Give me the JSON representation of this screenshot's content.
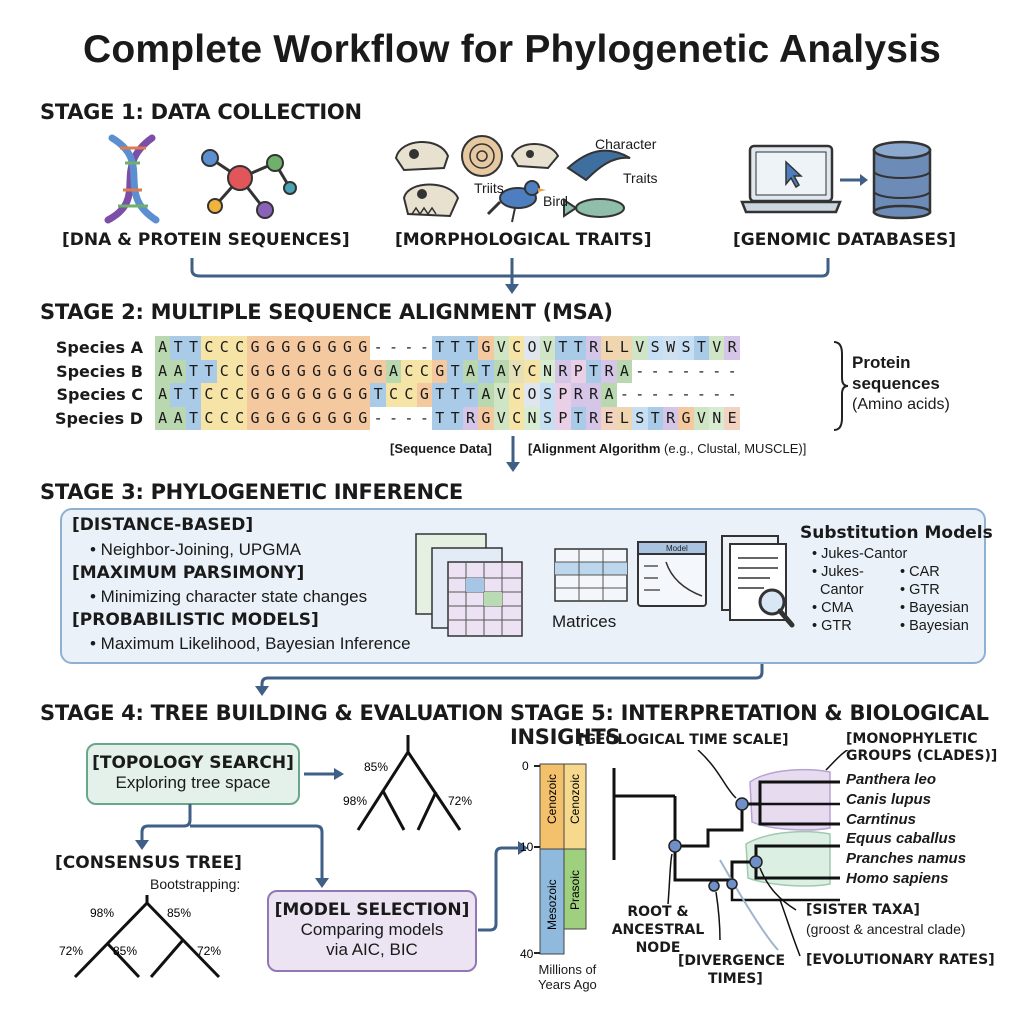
{
  "title": "Complete Workflow for Phylogenetic Analysis",
  "stage1": {
    "heading": "STAGE 1: DATA COLLECTION",
    "sources": [
      {
        "label": "[DNA & PROTEIN SEQUENCES]",
        "icons": [
          "dna-helix-icon",
          "molecule-icon"
        ]
      },
      {
        "label": "[MORPHOLOGICAL TRAITS]",
        "icons": [
          "skull-icon",
          "ammonite-fossil-icon",
          "bird-icon",
          "fish-icon"
        ]
      },
      {
        "label": "[GENOMIC DATABASES]",
        "icons": [
          "laptop-cursor-icon",
          "database-icon"
        ]
      }
    ],
    "illustration_labels": {
      "character": "Character",
      "traits_right": "Traits",
      "traits_left": "Triits",
      "bird": "Bird"
    }
  },
  "stage2": {
    "heading": "STAGE 2: MULTIPLE SEQUENCE ALIGNMENT (MSA)",
    "rows": [
      {
        "species": "Species A",
        "sequence": "ATTCCCGGGGGGGG----TTTGVCOVTTRLLVSWSTVR"
      },
      {
        "species": "Species B",
        "sequence": "AATTCCGGGGGGGGGACCGTATAYCNRPTRA-------"
      },
      {
        "species": "Species C",
        "sequence": "ATTCCCGGGGGGGGTCCGTTTAVCOSPRRA--------"
      },
      {
        "species": "Species D",
        "sequence": "AATCCCGGGGGGGG----TTRGVCNSPTRELSTRGVNE"
      }
    ],
    "side_label_bold": "Protein sequences",
    "side_label_sub": "(Amino acids)",
    "caption_left": "[Sequence Data]",
    "caption_right_bold": "[Alignment Algorithm",
    "caption_right_rest": "(e.g., Clustal, MUSCLE)]"
  },
  "stage3": {
    "heading": "STAGE 3: PHYLOGENETIC INFERENCE",
    "methods": [
      {
        "head": "[DISTANCE-BASED]",
        "item": "• Neighbor-Joining, UPGMA"
      },
      {
        "head": "[MAXIMUM PARSIMONY]",
        "item": "• Minimizing character state changes"
      },
      {
        "head": "[PROBABILISTIC MODELS]",
        "item": "• Maximum Likelihood, Bayesian Inference"
      }
    ],
    "matrix_caption": "Matrices",
    "model_window_title": "Model",
    "substitution_title": "Substitution Models",
    "substitution_left": [
      "• Jukes-Cantor",
      "• Jukes-",
      "  Cantor",
      "• CMA",
      "• GTR"
    ],
    "substitution_right": [
      "• CAR",
      "• GTR",
      "• Bayesian",
      "• Bayesian"
    ]
  },
  "stage4": {
    "heading": "STAGE 4: TREE BUILDING & EVALUATION",
    "topology_head": "[TOPOLOGY SEARCH]",
    "topology_text": "Exploring tree space",
    "consensus_head": "[CONSENSUS TREE]",
    "bootstrapping": "Bootstrapping:",
    "model_head": "[MODEL SELECTION]",
    "model_text_1": "Comparing models",
    "model_text_2": "via AIC, BIC",
    "search_tree_support": [
      "85%",
      "98%",
      "72%"
    ],
    "consensus_support": [
      "98%",
      "85%",
      "72%",
      "85%",
      "72%"
    ]
  },
  "stage5": {
    "heading": "STAGE 5: INTERPRETATION & BIOLOGICAL INSIGHTS",
    "geo_label": "[GEOLOGICAL TIME SCALE]",
    "clades_label_1": "[MONOPHYLETIC",
    "clades_label_2": "GROUPS (CLADES)]",
    "taxa": [
      "Panthera leo",
      "Canis lupus",
      "Carntinus",
      "Equus caballus",
      "Pranches namus",
      "Homo sapiens"
    ],
    "time_ticks": [
      "0",
      "10",
      "40"
    ],
    "eras": [
      "Cenozoic",
      "Cenozoic",
      "Mesozoic",
      "Prasoic"
    ],
    "time_axis_1": "Millions of",
    "time_axis_2": "Years Ago",
    "root_1": "ROOT &",
    "root_2": "ANCESTRAL",
    "root_3": "NODE",
    "divergence_1": "[DIVERGENCE",
    "divergence_2": "TIMES]",
    "sister_1": "[SISTER TAXA]",
    "sister_2": "(groost & ancestral clade)",
    "rates": "[EVOLUTIONARY RATES]"
  },
  "colors": {
    "arrow": "#3f5f86",
    "panel_fill": "#eaf1f8",
    "panel_border": "#8fb0d3",
    "topology_fill": "#e3f1ea",
    "model_fill": "#ece4f3",
    "node": "#6f8fc9",
    "clade_purple": "#e6dbef",
    "clade_green": "#dcefe3"
  }
}
